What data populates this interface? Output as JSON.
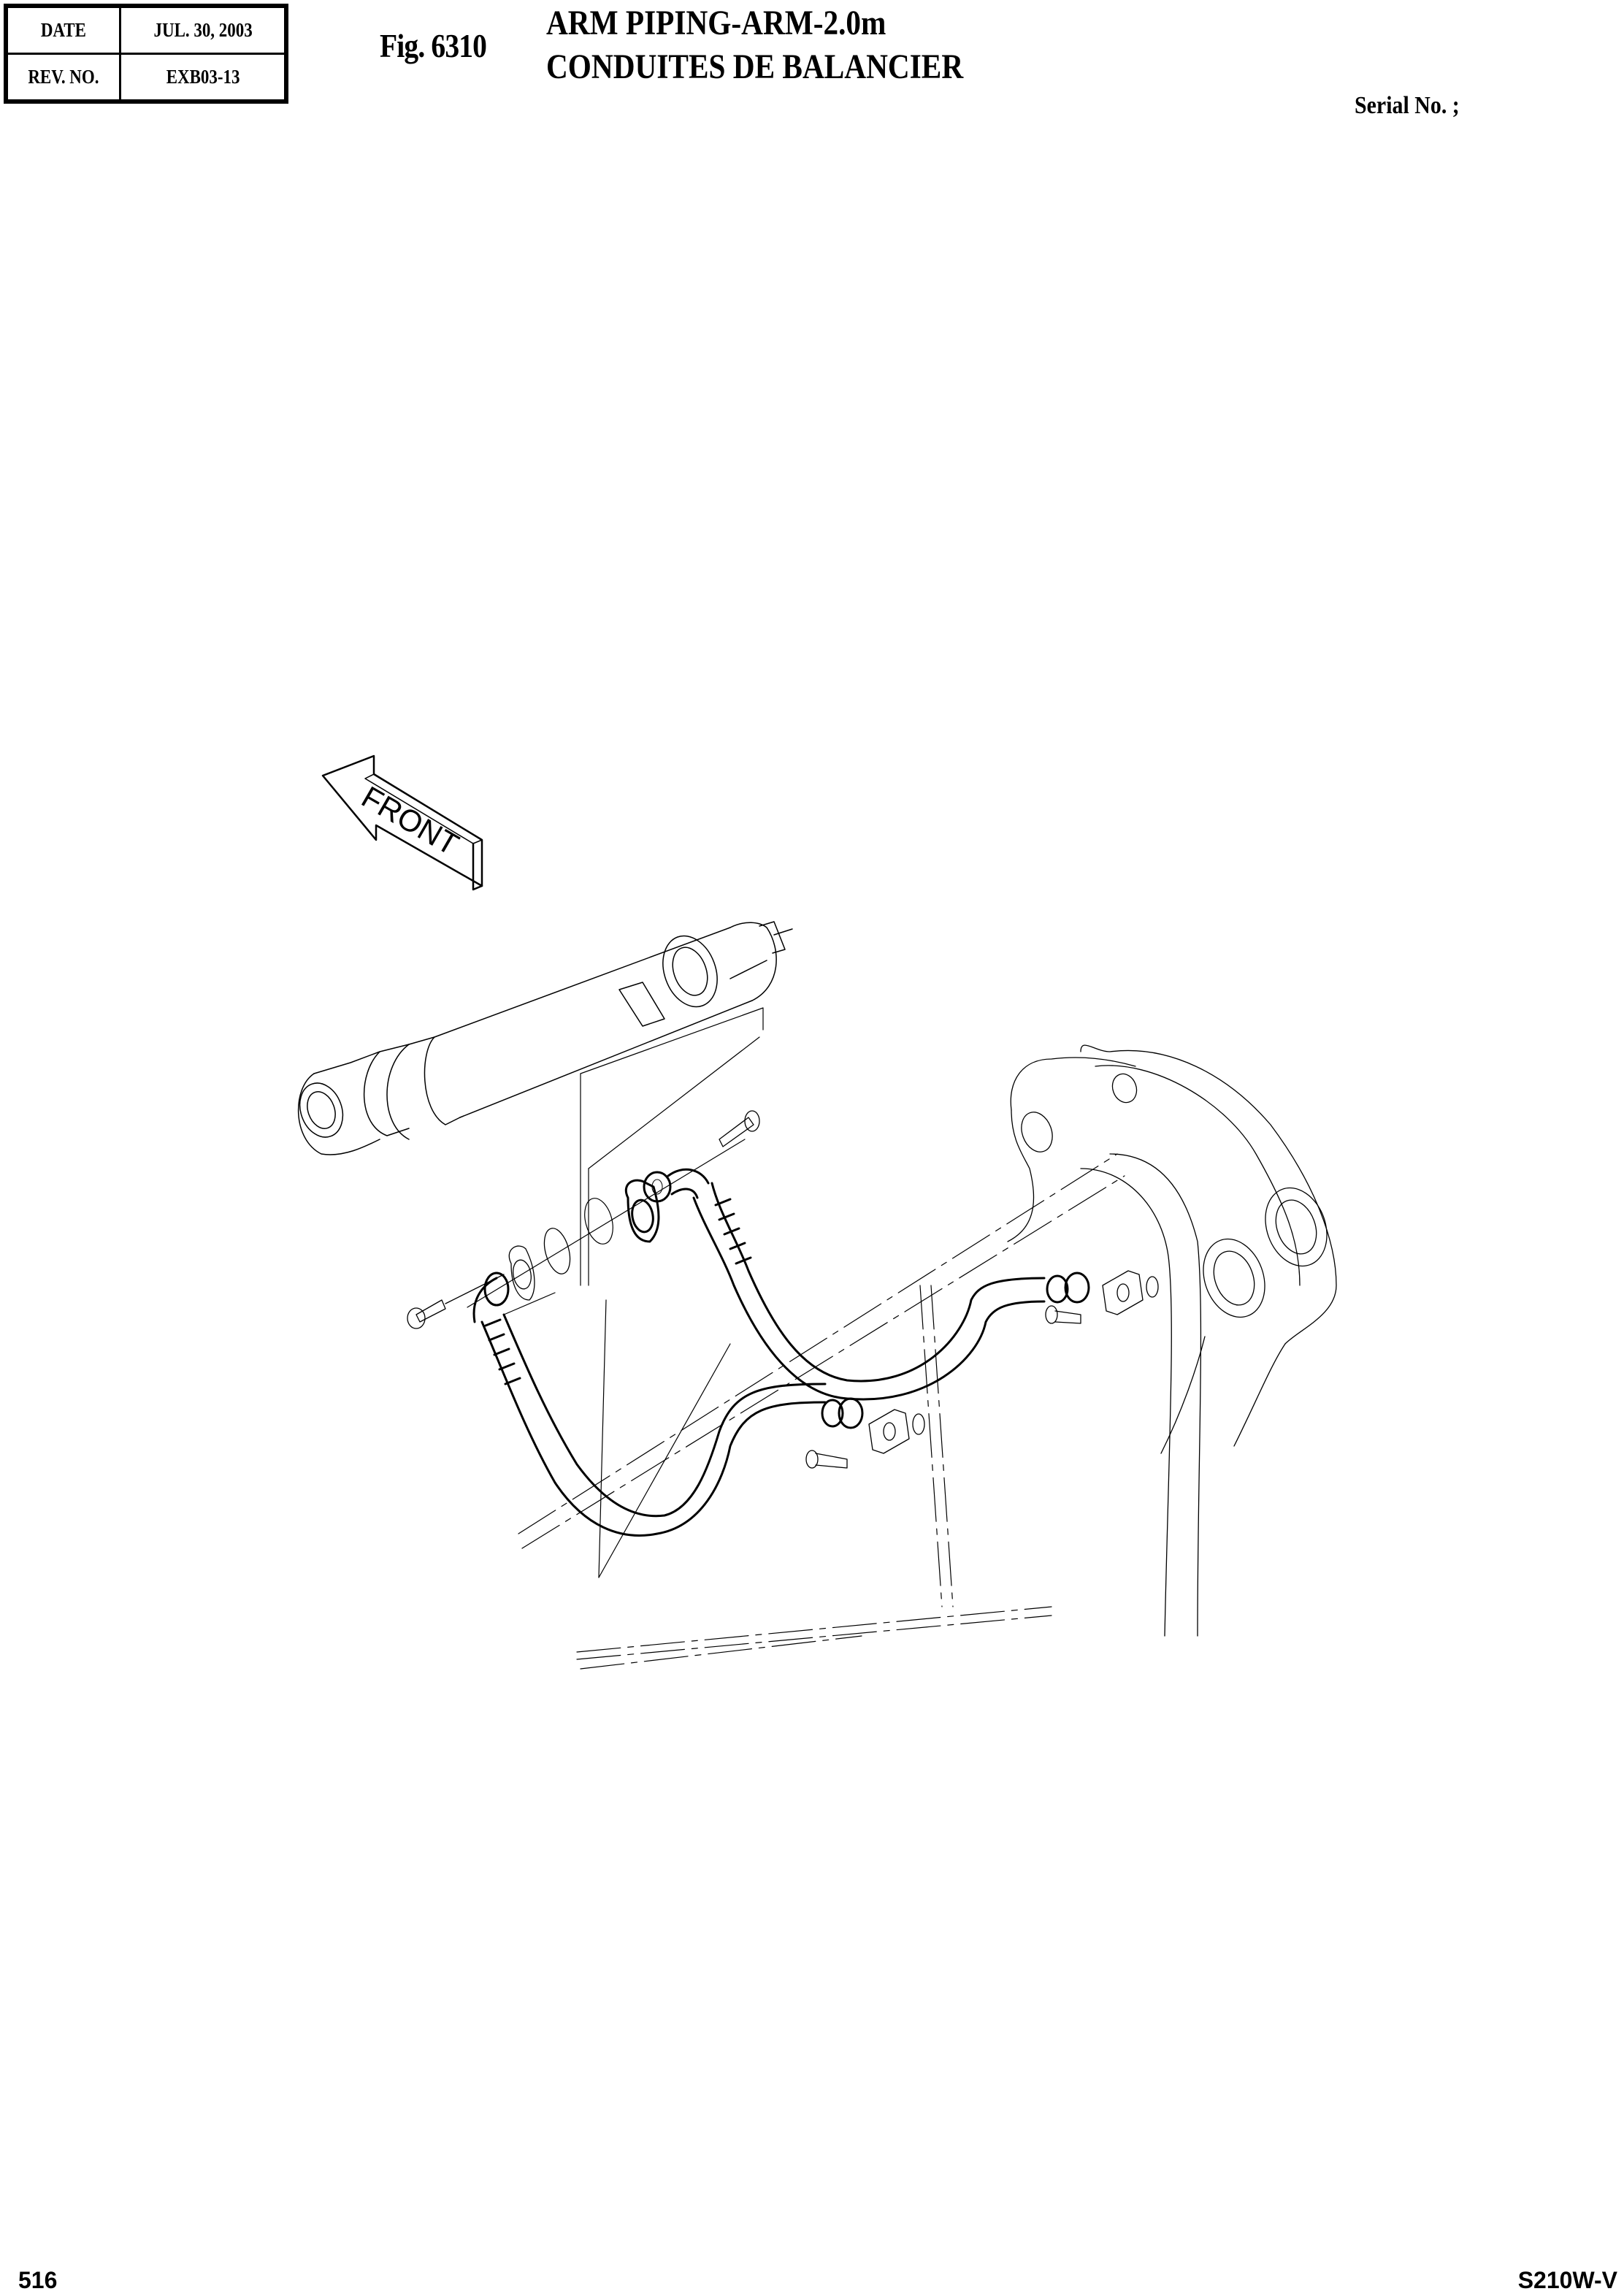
{
  "header": {
    "date_label": "DATE",
    "date_value": "JUL.  30, 2003",
    "rev_label": "REV. NO.",
    "rev_value": "EXB03-13",
    "fig_number": "Fig. 6310",
    "title_en": "ARM PIPING-ARM-2.0m",
    "title_fr": "CONDUITES DE BALANCIER",
    "serial_label": "Serial No. ;"
  },
  "drawing": {
    "direction_arrow_label": "FRONT",
    "components": [
      "arm-cylinder",
      "upper-hose",
      "lower-hose",
      "split-flange-upper",
      "split-flange-lower",
      "o-ring",
      "bolt",
      "arm-bracket",
      "flange-block-right"
    ]
  },
  "footer": {
    "page_number": "516",
    "model": "S210W-V"
  },
  "colors": {
    "ink": "#000000",
    "paper": "#ffffff"
  }
}
